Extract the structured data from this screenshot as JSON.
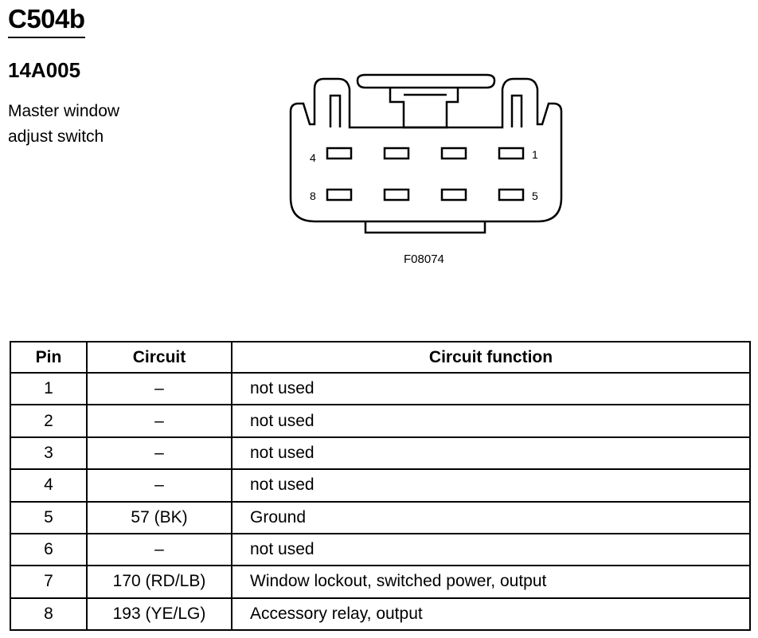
{
  "connector": {
    "id": "C504b",
    "part_number": "14A005",
    "description_lines": [
      "Master window",
      "adjust switch"
    ],
    "figure_id": "F08074",
    "pin_labels": {
      "top_left": "4",
      "top_right": "1",
      "bottom_left": "8",
      "bottom_right": "5"
    }
  },
  "table": {
    "headers": {
      "pin": "Pin",
      "circuit": "Circuit",
      "function": "Circuit function"
    },
    "rows": [
      {
        "pin": "1",
        "circuit": "–",
        "function": "not used"
      },
      {
        "pin": "2",
        "circuit": "–",
        "function": "not used"
      },
      {
        "pin": "3",
        "circuit": "–",
        "function": "not used"
      },
      {
        "pin": "4",
        "circuit": "–",
        "function": "not used"
      },
      {
        "pin": "5",
        "circuit": "57 (BK)",
        "function": "Ground"
      },
      {
        "pin": "6",
        "circuit": "–",
        "function": "not used"
      },
      {
        "pin": "7",
        "circuit": "170 (RD/LB)",
        "function": "Window lockout, switched power, output"
      },
      {
        "pin": "8",
        "circuit": "193 (YE/LG)",
        "function": "Accessory relay, output"
      }
    ]
  }
}
